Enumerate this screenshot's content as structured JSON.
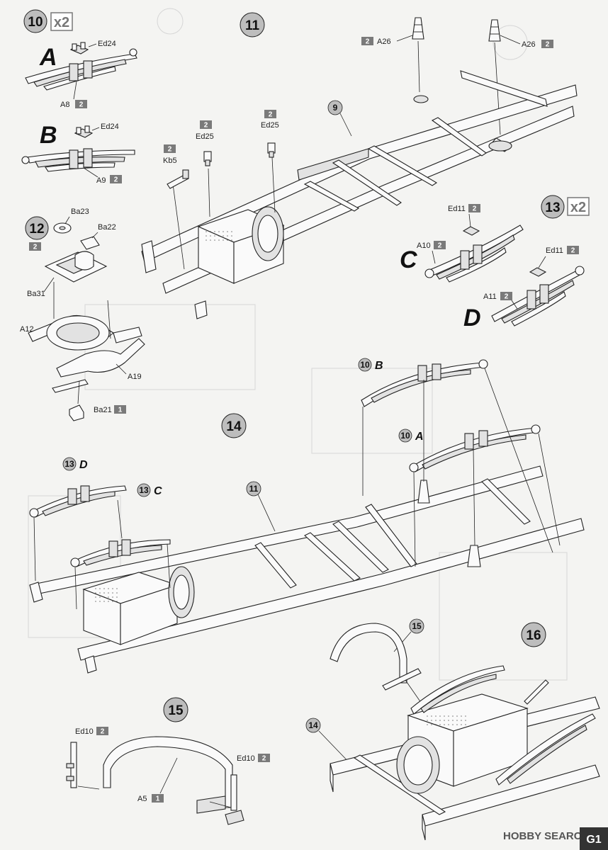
{
  "steps": {
    "s10": {
      "number": "10",
      "multiplier": "x2"
    },
    "s11": {
      "number": "11"
    },
    "s12": {
      "number": "12",
      "qty": "2"
    },
    "s13": {
      "number": "13",
      "multiplier": "x2"
    },
    "s14": {
      "number": "14"
    },
    "s15": {
      "number": "15"
    },
    "s16": {
      "number": "16"
    }
  },
  "variants": {
    "A": "A",
    "B": "B",
    "C": "C",
    "D": "D"
  },
  "parts": {
    "ed24_a": "Ed24",
    "a8": "A8",
    "a8_qty": "2",
    "ed24_b": "Ed24",
    "a9": "A9",
    "a9_qty": "2",
    "a26_left": "A26",
    "a26_left_qty": "2",
    "a26_right": "A26",
    "a26_right_qty": "2",
    "ref9": "9",
    "kb5": "Kb5",
    "kb5_qty": "2",
    "ed25_left": "Ed25",
    "ed25_left_qty": "2",
    "ed25_right": "Ed25",
    "ed25_right_qty": "2",
    "ba23": "Ba23",
    "ba22": "Ba22",
    "ba31": "Ba31",
    "a12": "A12",
    "a19": "A19",
    "ba21": "Ba21",
    "ba21_qty": "1",
    "ed11_c": "Ed11",
    "ed11_c_qty": "2",
    "a10": "A10",
    "a10_qty": "2",
    "ed11_d": "Ed11",
    "ed11_d_qty": "2",
    "a11": "A11",
    "a11_qty": "2",
    "ref10B_num": "10",
    "ref10B_var": "B",
    "ref10A_num": "10",
    "ref10A_var": "A",
    "ref13D_num": "13",
    "ref13D_var": "D",
    "ref13C_num": "13",
    "ref13C_var": "C",
    "ref11": "11",
    "ed10_left": "Ed10",
    "ed10_left_qty": "2",
    "ed10_right": "Ed10",
    "ed10_right_qty": "2",
    "a5": "A5",
    "a5_qty": "1",
    "ref15": "15",
    "ref14": "14"
  },
  "watermark": "HOBBY SEARCH",
  "page_number": "G1",
  "colors": {
    "ink": "#222222",
    "qty_badge": "#7a7a7a",
    "step_circle": "#bdbdbd",
    "paper": "#f4f4f2"
  }
}
